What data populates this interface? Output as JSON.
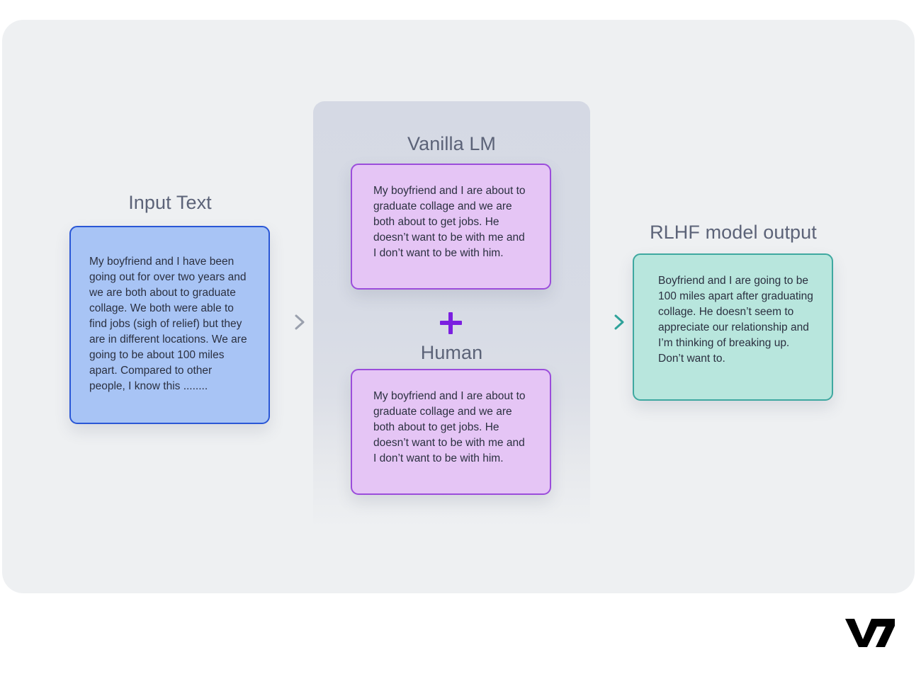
{
  "diagram": {
    "title_input": "Input Text",
    "title_vanilla": "Vanilla LM",
    "title_human": "Human",
    "title_rlhf": "RLHF model output",
    "plus_symbol": "+",
    "input_text": "My boyfriend and I have been going out for over two years and we are both about to graduate collage. We both were able to find jobs (sigh of relief) but they are in different locations. We are going to be about 100 miles apart. Compared to other people, I know this ........",
    "vanilla_text": "My boyfriend and I are about to graduate collage and we are both about to get jobs. He doesn’t want to be with me and I don’t want to be with him.",
    "human_text": "My boyfriend and I are about to graduate collage and we are both about to get jobs. He doesn’t want to be with me and I don’t want to be with him.",
    "rlhf_text": "Boyfriend and I are going to be 100 miles apart after graduating collage. He doesn’t seem to appreciate our relationship and I’m thinking of breaking up. Don’t want to.",
    "logo_text": "V7"
  },
  "colors": {
    "page_background": "#ffffff",
    "canvas_background": "#eef0f2",
    "center_panel": "#d7dbe5",
    "heading_text": "#5c6378",
    "body_text": "#2b3040",
    "input_card_fill": "#a8c4f5",
    "input_card_border": "#2a57d6",
    "prompt_card_fill": "#e5c5f5",
    "prompt_card_border": "#9b4ddb",
    "output_card_fill": "#b8e6dd",
    "output_card_border": "#3fa8a0",
    "plus_purple": "#7b1fe0",
    "arrow_left_start": "#2a57d6",
    "arrow_left_end": "#9aa0ad",
    "arrow_right_start": "#b8e6dd",
    "arrow_right_end": "#2fa39b",
    "logo": "#000000"
  },
  "icons": {
    "plus": "plus-icon",
    "arrow_left": "arrow-right-icon",
    "arrow_right": "arrow-right-icon",
    "logo": "v7-logo"
  }
}
